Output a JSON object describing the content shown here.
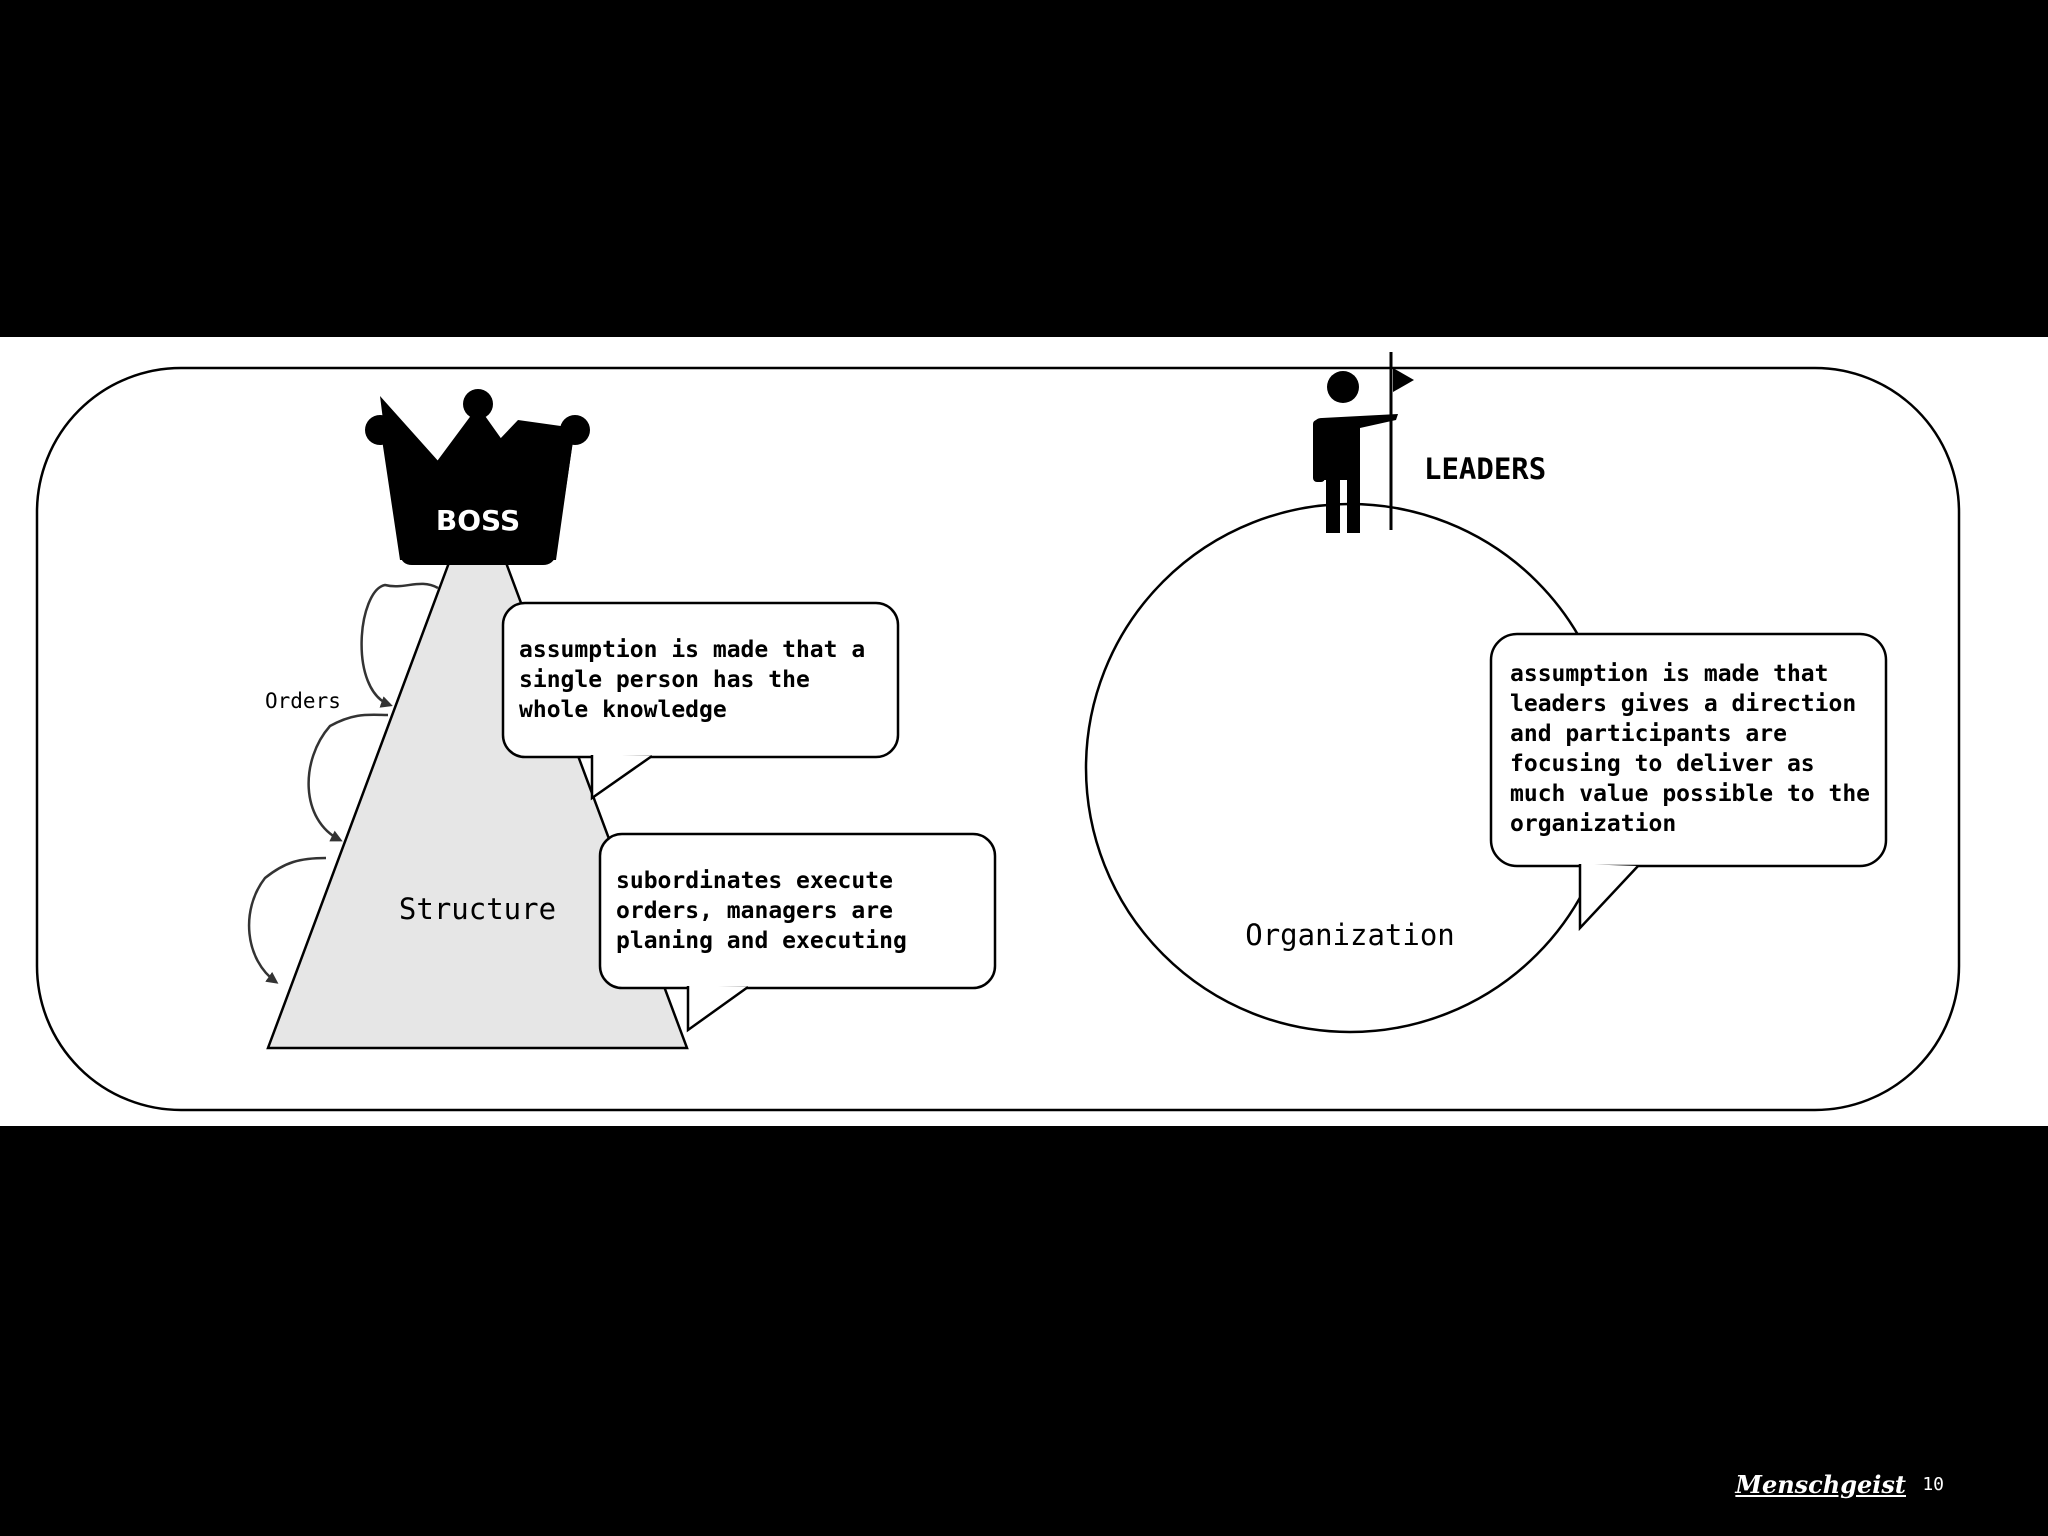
{
  "pyramid": {
    "crown_label": "BOSS",
    "base_label": "Structure",
    "arrows_label": "Orders"
  },
  "bubbles": {
    "knowledge": "assumption is made that a\nsingle person has the\nwhole knowledge",
    "execute": "subordinates execute\norders, managers are\nplaning and executing",
    "leaders": "assumption is made that\nleaders gives a direction\nand participants are\nfocusing to deliver as\nmuch value possible to the\norganization"
  },
  "circle": {
    "label": "Organization",
    "leader_label": "LEADERS"
  },
  "footer": {
    "logo": "Menschgeist",
    "page_number": "10"
  },
  "icons": [
    "crown-icon",
    "person-with-flag-icon"
  ],
  "colors": {
    "slide_bg": "#ffffff",
    "letterbox": "#000000",
    "pyramid_fill": "#e6e6e6"
  }
}
